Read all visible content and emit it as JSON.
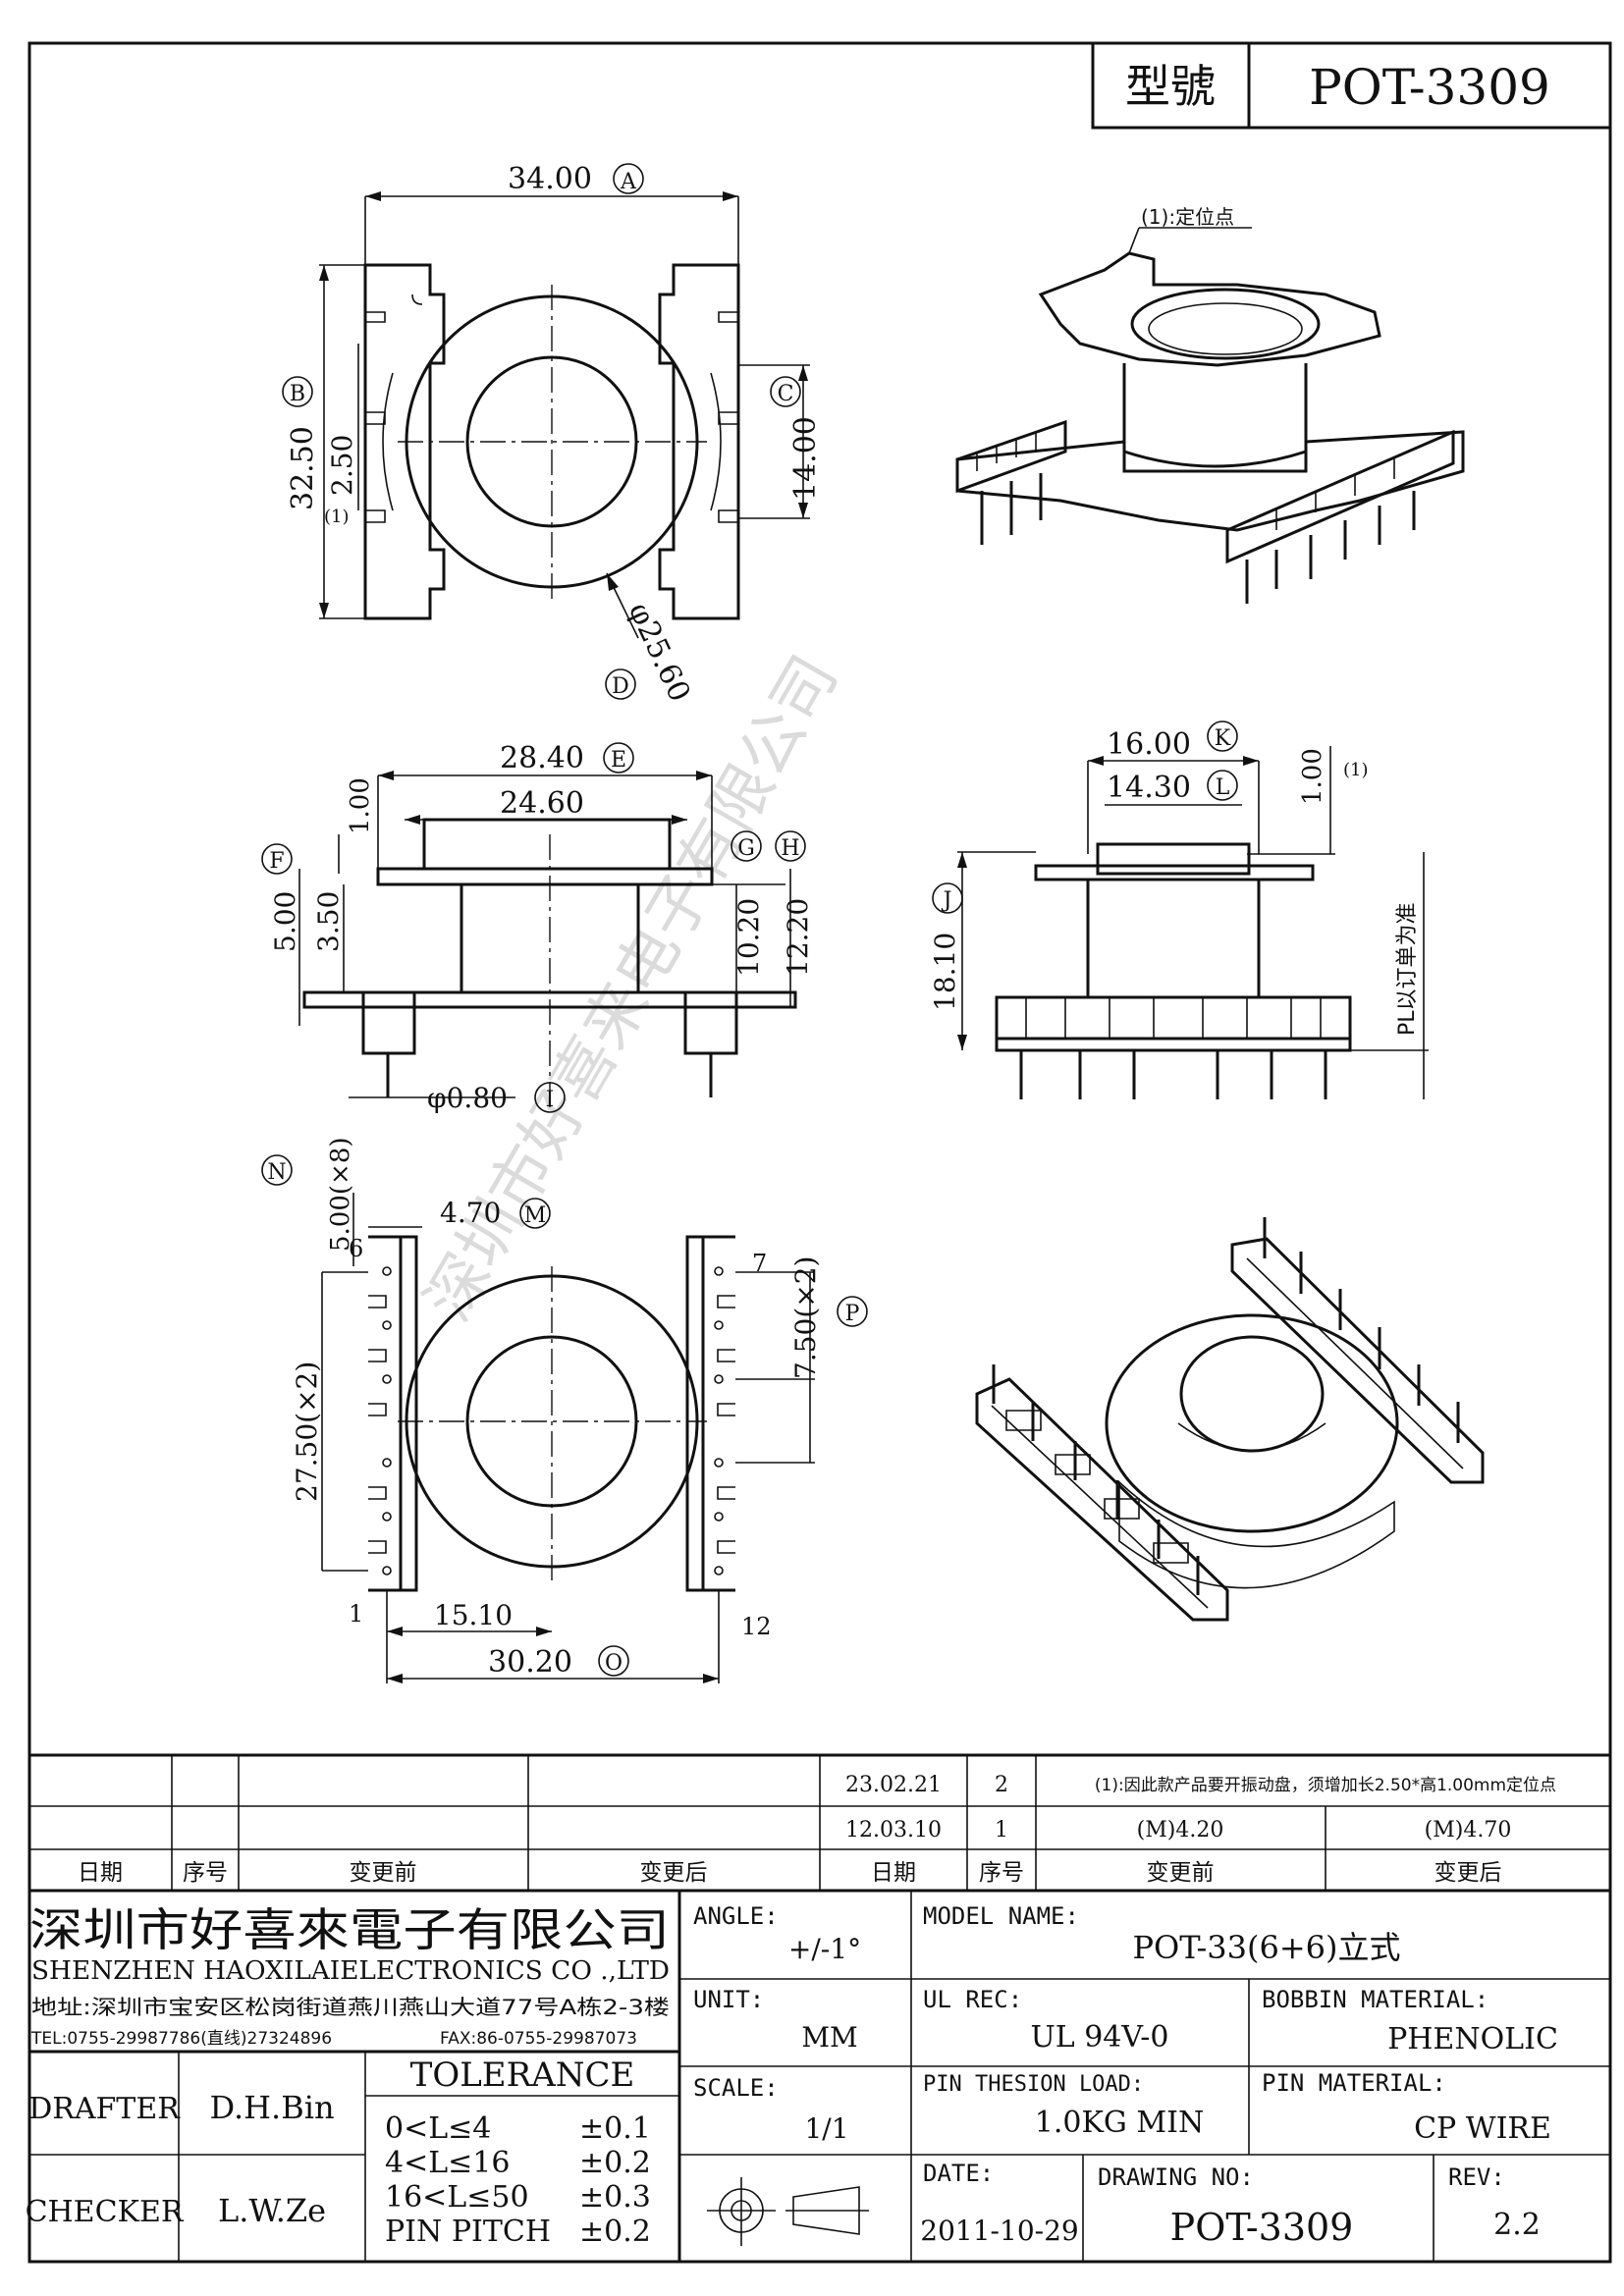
{
  "header": {
    "label_type": "型號",
    "model": "POT-3309"
  },
  "watermark": "深圳市好喜来电子有限公司",
  "top_view": {
    "dims": [
      "34.00",
      "32.50",
      "2.50",
      "(1)",
      "14.00",
      "φ25.60"
    ],
    "circles": [
      "A",
      "B",
      "C",
      "D"
    ]
  },
  "iso_note": "(1):定位点",
  "side_view": {
    "dims": [
      "28.40",
      "24.60",
      "1.00",
      "5.00",
      "3.50",
      "10.20",
      "12.20",
      "φ0.80"
    ],
    "circles": [
      "E",
      "F",
      "G",
      "H",
      "I"
    ]
  },
  "front_view": {
    "dims": [
      "16.00",
      "14.30",
      "1.00",
      "(1)",
      "18.10"
    ],
    "circles": [
      "K",
      "L",
      "J"
    ],
    "pl_note": "PL以订单为准"
  },
  "bottom_view": {
    "dims": [
      "5.00(×8)",
      "4.70",
      "27.50(×2)",
      "15.10",
      "30.20",
      "7.50(×2)"
    ],
    "circles": [
      "N",
      "M",
      "O",
      "P"
    ],
    "pins": [
      "6",
      "7",
      "1",
      "12"
    ]
  },
  "revisions": {
    "right_rows": [
      {
        "date": "23.02.21",
        "no": "2",
        "change": "(1):因此款产品要开振动盘，须增加长2.50*高1.00mm定位点"
      },
      {
        "date": "12.03.10",
        "no": "1",
        "before": "(M)4.20",
        "after": "(M)4.70"
      }
    ],
    "headers": [
      "日期",
      "序号",
      "变更前",
      "变更后",
      "日期",
      "序号",
      "变更前",
      "变更后"
    ]
  },
  "title_block": {
    "company_cn": "深圳市好喜來電子有限公司",
    "company_en": "SHENZHEN HAOXILAIELECTRONICS CO .,LTD",
    "address": "地址:深圳市宝安区松岗街道燕川燕山大道77号A栋2-3楼",
    "tel": "TEL:0755-29987786(直线)27324896",
    "fax": "FAX:86-0755-29987073",
    "angle_label": "ANGLE:",
    "angle_value": "+/-1°",
    "model_label": "MODEL NAME:",
    "model_value": "POT-33(6+6)立式",
    "unit_label": "UNIT:",
    "unit_value": "MM",
    "ul_label": "UL REC:",
    "ul_value": "UL 94V-0",
    "bobbin_label": "BOBBIN MATERIAL:",
    "bobbin_value": "PHENOLIC",
    "scale_label": "SCALE:",
    "scale_value": "1/1",
    "pin_load_label": "PIN THESION LOAD:",
    "pin_load_value": "1.0KG MIN",
    "pin_mat_label": "PIN MATERIAL:",
    "pin_mat_value": "CP WIRE",
    "drafter_label": "DRAFTER",
    "drafter_value": "D.H.Bin",
    "checker_label": "CHECKER",
    "checker_value": "L.W.Ze",
    "tolerance_title": "TOLERANCE",
    "tolerances": [
      {
        "range": "0<L≤4",
        "value": "±0.1"
      },
      {
        "range": "4<L≤16",
        "value": "±0.2"
      },
      {
        "range": "16<L≤50",
        "value": "±0.3"
      },
      {
        "range": "PIN PITCH",
        "value": "±0.2"
      }
    ],
    "date_label": "DATE:",
    "date_value": "2011-10-29",
    "drawing_label": "DRAWING NO:",
    "drawing_value": "POT-3309",
    "rev_label": "REV:",
    "rev_value": "2.2"
  }
}
